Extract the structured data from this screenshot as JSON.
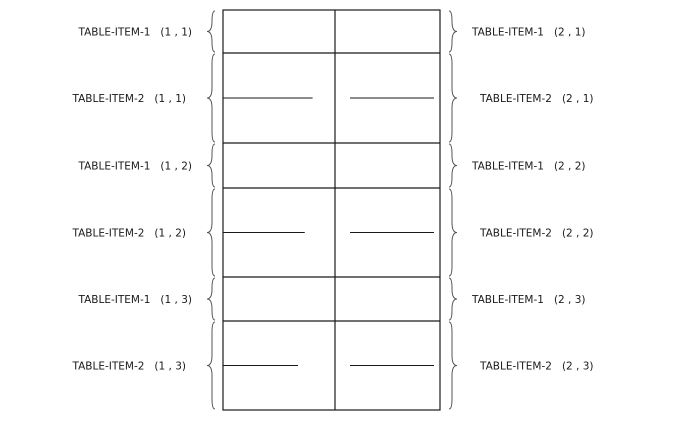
{
  "figure": {
    "grid": {
      "columns": 2,
      "rows": [
        {
          "item": "TABLE-ITEM-1",
          "left_label": "TABLE-ITEM-1   (1 , 1)",
          "right_label": "TABLE-ITEM-1   (2 , 1)",
          "fill_left": 0,
          "fill_right": 0
        },
        {
          "item": "TABLE-ITEM-2",
          "left_label": "TABLE-ITEM-2   (1 , 1)",
          "right_label": "TABLE-ITEM-2   (2 , 1)",
          "fill_left": 0.8,
          "fill_right": 0.8
        },
        {
          "item": "TABLE-ITEM-1",
          "left_label": "TABLE-ITEM-1   (1 , 2)",
          "right_label": "TABLE-ITEM-1   (2 , 2)",
          "fill_left": 0,
          "fill_right": 0
        },
        {
          "item": "TABLE-ITEM-2",
          "left_label": "TABLE-ITEM-2   (1 , 2)",
          "right_label": "TABLE-ITEM-2   (2 , 2)",
          "fill_left": 0.73,
          "fill_right": 0.8
        },
        {
          "item": "TABLE-ITEM-1",
          "left_label": "TABLE-ITEM-1   (1 , 3)",
          "right_label": "TABLE-ITEM-1   (2 , 3)",
          "fill_left": 0,
          "fill_right": 0
        },
        {
          "item": "TABLE-ITEM-2",
          "left_label": "TABLE-ITEM-2   (1 , 3)",
          "right_label": "TABLE-ITEM-2   (2 , 3)",
          "fill_left": 0.67,
          "fill_right": 0.8
        }
      ]
    }
  },
  "colors": {
    "line": "#1a1a1a",
    "brace": "#555555",
    "text": "#1a1a1a"
  }
}
